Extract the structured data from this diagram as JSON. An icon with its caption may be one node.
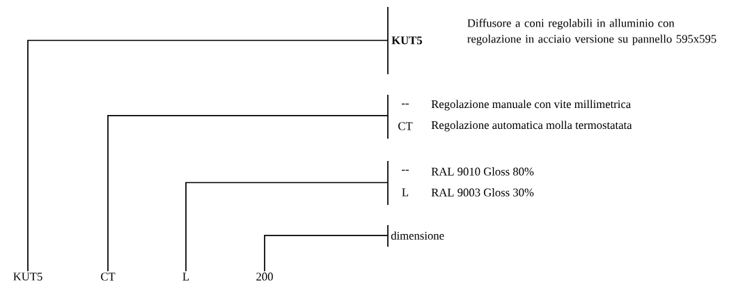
{
  "diagram": {
    "nodes": [
      {
        "text": [
          "KUT5"
        ]
      },
      {
        "text": [
          "CT"
        ]
      },
      {
        "text": [
          "L"
        ]
      },
      {
        "text": [
          "200"
        ]
      },
      {
        "text": [
          "KUT5",
          "Diffusore a coni regolabili in alluminio con regolazione in acciaio versione su pannello 595x595"
        ]
      },
      {
        "text": [
          "--",
          "Regolazione manuale con vite millimetrica",
          "CT",
          "Regolazione automatica molla termostatata"
        ]
      },
      {
        "text": [
          "--",
          "RAL 9010 Gloss 80%",
          "L",
          "RAL 9003 Gloss 30%"
        ]
      },
      {
        "text": [
          "dimensione"
        ]
      }
    ],
    "edges": [
      {
        "from": 0,
        "to": 4,
        "arrow": "none"
      },
      {
        "from": 1,
        "to": 5,
        "arrow": "none"
      },
      {
        "from": 2,
        "to": 6,
        "arrow": "none"
      },
      {
        "from": 3,
        "to": 7,
        "arrow": "none"
      }
    ]
  }
}
